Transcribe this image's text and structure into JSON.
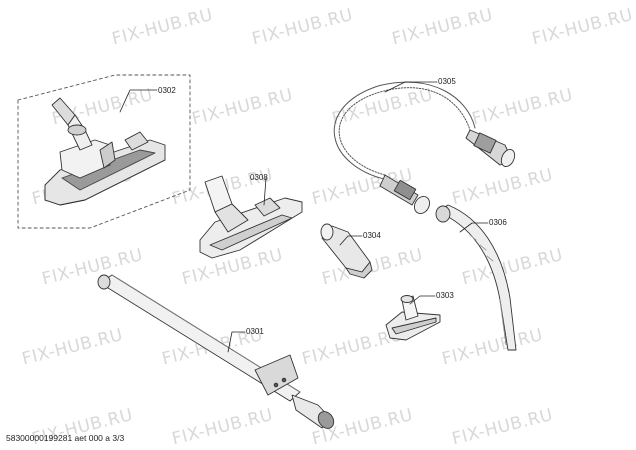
{
  "watermark": "FIX-HUB.RU",
  "parts": [
    {
      "id": "nozzle-floor-switchable",
      "number": "0302"
    },
    {
      "id": "nozzle-wide",
      "number": "0308"
    },
    {
      "id": "hose-assembly",
      "number": "0305"
    },
    {
      "id": "crevice-nozzle",
      "number": "0304"
    },
    {
      "id": "hose-handle",
      "number": "0306"
    },
    {
      "id": "upholstery-nozzle",
      "number": "0303"
    },
    {
      "id": "telescopic-tube",
      "number": "0301"
    }
  ],
  "footer": "58300000199281 aet 000 a 3/3"
}
